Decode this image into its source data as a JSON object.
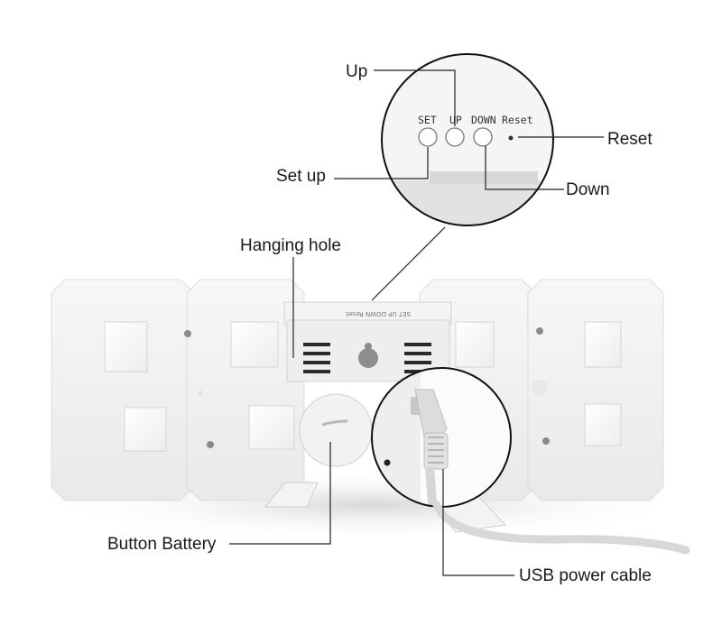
{
  "callouts": {
    "up": "Up",
    "reset": "Reset",
    "set_up": "Set up",
    "down": "Down",
    "hanging_hole": "Hanging hole",
    "button_battery": "Button Battery",
    "usb_power_cable": "USB power cable"
  },
  "button_labels": {
    "set": "SET",
    "up": "UP",
    "down": "DOWN",
    "reset": "Reset"
  },
  "rear_panel_text": "SET UP DOWN Reset",
  "colors": {
    "background": "#ffffff",
    "clock_body": "#f1f1f1",
    "leader_line": "#222222",
    "circle_border": "#111111"
  }
}
